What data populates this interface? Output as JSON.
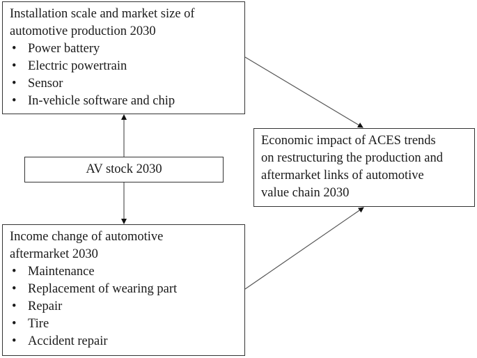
{
  "diagram": {
    "production_box": {
      "title_line1": "Installation scale and market size of",
      "title_line2": "automotive production 2030",
      "items": [
        "Power battery",
        "Electric powertrain",
        "Sensor",
        "In-vehicle software and chip"
      ]
    },
    "av_box": {
      "label": "AV stock 2030"
    },
    "aftermarket_box": {
      "title_line1": "Income change of automotive",
      "title_line2": "aftermarket 2030",
      "items": [
        "Maintenance",
        "Replacement of wearing part",
        "Repair",
        "Tire",
        "Accident repair"
      ]
    },
    "impact_box": {
      "lines": [
        "Economic impact of ACES trends",
        "on restructuring the production and",
        "aftermarket links of automotive",
        "value chain 2030"
      ]
    },
    "bullet_glyph": "•",
    "edges": [
      {
        "from": "AV stock 2030",
        "to": "Installation scale and market size of automotive production 2030"
      },
      {
        "from": "AV stock 2030",
        "to": "Income change of automotive aftermarket 2030"
      },
      {
        "from": "Installation scale and market size of automotive production 2030",
        "to": "Economic impact of ACES trends on restructuring the production and aftermarket links of automotive value chain 2030"
      },
      {
        "from": "Income change of automotive aftermarket 2030",
        "to": "Economic impact of ACES trends on restructuring the production and aftermarket links of automotive value chain 2030"
      }
    ],
    "colors": {
      "line": "#555555",
      "border": "#333333",
      "text": "#1a1a1a",
      "background": "#ffffff"
    }
  }
}
